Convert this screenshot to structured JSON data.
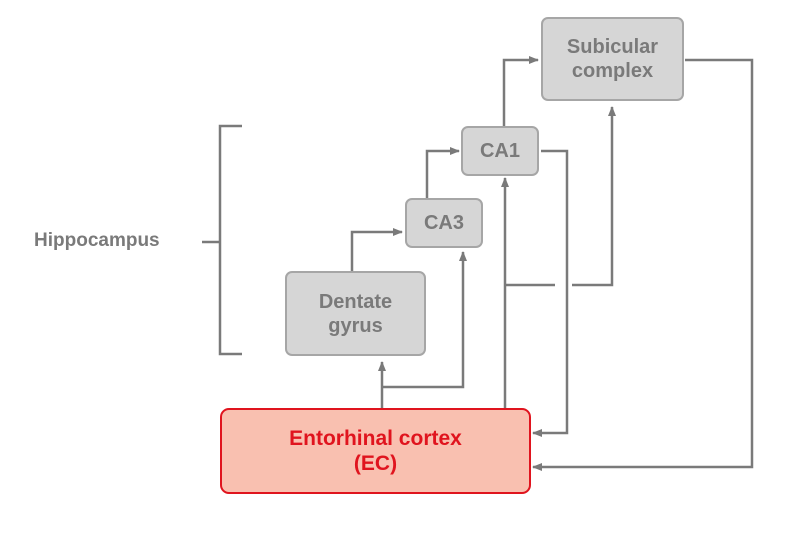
{
  "nodes": {
    "subicular": {
      "line1": "Subicular",
      "line2": "complex"
    },
    "ca1": {
      "label": "CA1"
    },
    "ca3": {
      "label": "CA3"
    },
    "dentate": {
      "line1": "Dentate",
      "line2": "gyrus"
    },
    "ec": {
      "line1": "Entorhinal cortex",
      "line2": "(EC)"
    }
  },
  "bracket_label": "Hippocampus",
  "colors": {
    "line": "#7a7a7a",
    "node_fill": "#d6d6d6",
    "node_border": "#a6a6a6",
    "node_text": "#7a7a7a",
    "ec_fill": "#f9c0b0",
    "ec_border_text": "#e0141e"
  }
}
